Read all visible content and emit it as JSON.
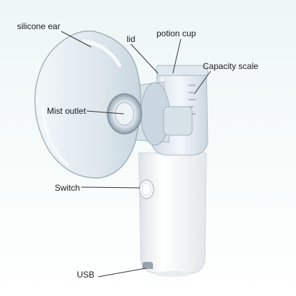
{
  "labels": {
    "silicone_ear": "silicone ear",
    "lid": "lid",
    "potion_cup": "potion cup",
    "capacity_scale": "Capacity scale",
    "mist_outlet": "Mist outlet",
    "switch": "Switch",
    "usb": "USB"
  },
  "colors": {
    "background": "#eef7f6",
    "mask": "#d9e4ea",
    "device_body": "#f4f5f7",
    "leader_line": "#333333"
  }
}
